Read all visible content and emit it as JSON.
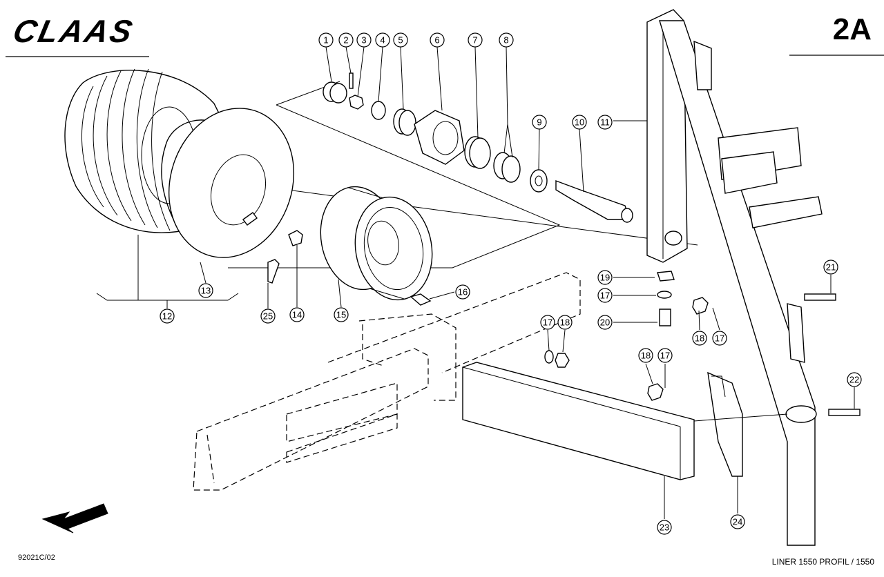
{
  "header": {
    "brand": "CLAAS",
    "page_number": "2A"
  },
  "footer": {
    "drawing_code": "92021C/02",
    "model": "LINER 1550 PROFIL / 1550"
  },
  "callouts": [
    "1",
    "2",
    "3",
    "4",
    "5",
    "6",
    "7",
    "8",
    "9",
    "10",
    "11",
    "12",
    "13",
    "14",
    "15",
    "16",
    "17",
    "18",
    "19",
    "20",
    "21",
    "22",
    "23",
    "24",
    "25"
  ],
  "icons": {
    "direction_arrow": "arrow-down-left-icon"
  }
}
